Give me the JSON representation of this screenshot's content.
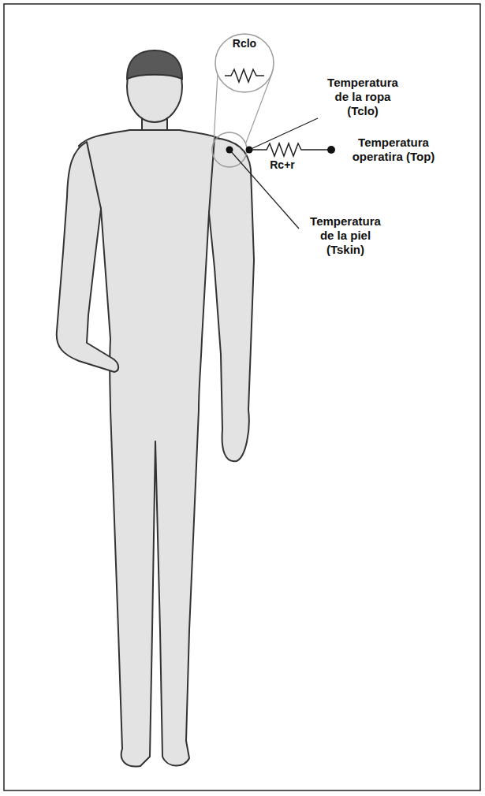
{
  "diagram": {
    "labels": [
      "Rclo",
      "Temperatura de la ropa (Tclo)",
      "Temperatura operatira (Top)",
      "Rc+r",
      "Temperatura de la piel (Tskin)"
    ]
  }
}
